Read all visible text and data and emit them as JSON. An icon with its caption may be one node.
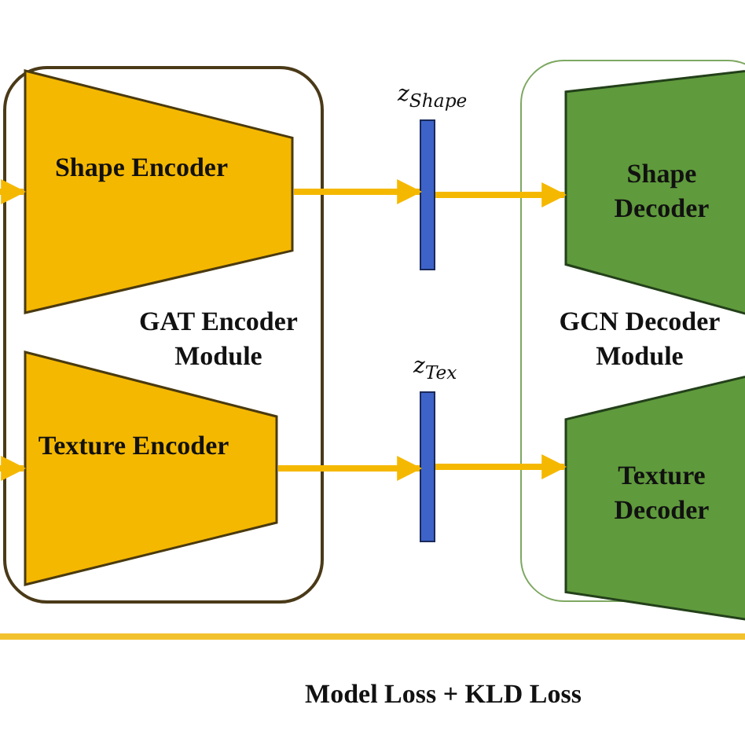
{
  "diagram": {
    "nodes": [
      {
        "text": [
          "GAT Encoder Module"
        ]
      },
      {
        "text": [
          "Shape Encoder"
        ],
        "in": 0
      },
      {
        "text": [
          "Texture Encoder"
        ],
        "in": 0
      },
      {
        "text": [],
        "shape": "bar",
        "beside": [
          "z$_{Shape}$"
        ]
      },
      {
        "text": [],
        "shape": "bar",
        "beside": [
          "z$_{Tex}$"
        ]
      },
      {
        "text": [
          "GCN Decoder Module"
        ]
      },
      {
        "text": [
          "Shape Decoder"
        ],
        "in": 5
      },
      {
        "text": [
          "Texture Decoder"
        ],
        "in": 5
      }
    ],
    "edges": [
      {
        "from": null,
        "to": 1,
        "arrow": "to"
      },
      {
        "from": null,
        "to": 2,
        "arrow": "to"
      },
      {
        "from": 1,
        "to": 3,
        "arrow": "to"
      },
      {
        "from": 3,
        "to": 6,
        "arrow": "to"
      },
      {
        "from": 2,
        "to": 4,
        "arrow": "to"
      },
      {
        "from": 4,
        "to": 7,
        "arrow": "to"
      }
    ],
    "labels": [
      "Model Loss + KLD Loss"
    ]
  }
}
